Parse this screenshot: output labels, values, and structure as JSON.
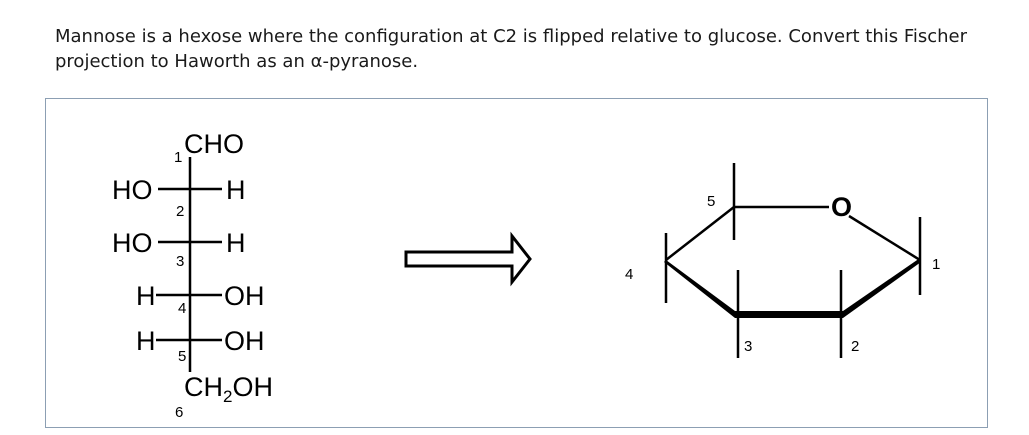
{
  "prompt": {
    "line1": "Mannose is a hexose where the configuration at C2 is flipped relative to glucose. Convert this Fischer",
    "line2": "projection to Haworth as an α-pyranose."
  },
  "fischer": {
    "top_group": "CHO",
    "c1_number": "1",
    "rows": [
      {
        "number": "2",
        "left": "HO",
        "right": "H"
      },
      {
        "number": "3",
        "left": "HO",
        "right": "H"
      },
      {
        "number": "4",
        "left": "H",
        "right": "OH"
      },
      {
        "number": "5",
        "left": "H",
        "right": "OH"
      }
    ],
    "bottom_group_main": "CH",
    "bottom_group_sub": "2",
    "bottom_group_end": "OH",
    "c6_number": "6"
  },
  "haworth": {
    "ring_oxygen": "O",
    "numbers": {
      "c1": "1",
      "c2": "2",
      "c3": "3",
      "c4": "4",
      "c5": "5"
    }
  },
  "colors": {
    "ink": "#000000",
    "border": "#8c9fb3",
    "arrow": "#000000"
  }
}
